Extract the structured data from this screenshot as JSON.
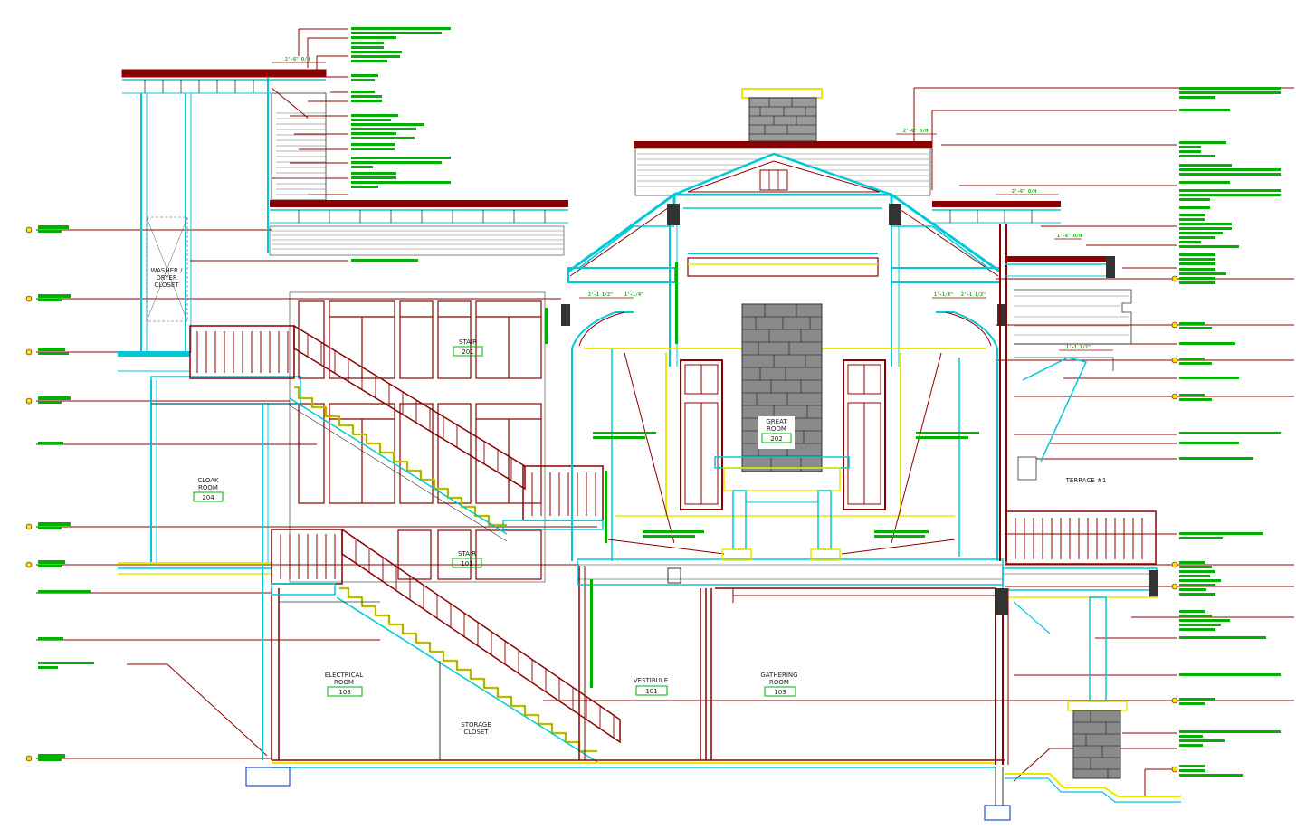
{
  "rooms": {
    "cloak": {
      "name_line1": "CLOAK",
      "name_line2": "ROOM",
      "number": "204"
    },
    "washer": {
      "line1": "WASHER /",
      "line2": "DRYER",
      "line3": "CLOSET"
    },
    "stair_upper": {
      "name": "STAIR",
      "number": "201"
    },
    "stair_lower": {
      "name": "STAIR",
      "number": "101"
    },
    "great": {
      "name_line1": "GREAT",
      "name_line2": "ROOM",
      "number": "202"
    },
    "terrace": {
      "name": "TERRACE #1"
    },
    "electrical": {
      "name_line1": "ELECTRICAL",
      "name_line2": "ROOM",
      "number": "108"
    },
    "storage": {
      "name_line1": "STORAGE",
      "name_line2": "CLOSET"
    },
    "vestibule": {
      "name": "VESTIBULE",
      "number": "101"
    },
    "gathering": {
      "name_line1": "GATHERING",
      "name_line2": "ROOM",
      "number": "103"
    }
  },
  "dimensions": {
    "top_left": "2'-6\" O/H",
    "top_right": "2'-6\" O/H",
    "mid_right": "2'-6\" O/H",
    "right_small": "1'-6\" O/H",
    "right_small2": "1'-1 1/2\"",
    "left_gable_a": "2'-1 1/2\"",
    "left_gable_b": "1'-1/4\"",
    "right_gable_a": "1'-1/4\"",
    "right_gable_b": "2'-1 1/2\""
  },
  "colors": {
    "structure": "#8b0000",
    "cyan": "#00c8d8",
    "yellow": "#e8e800",
    "green_text": "#00b000",
    "leader": "#7a0000",
    "stone": "#555555",
    "blue_footing": "#1e50c8"
  }
}
